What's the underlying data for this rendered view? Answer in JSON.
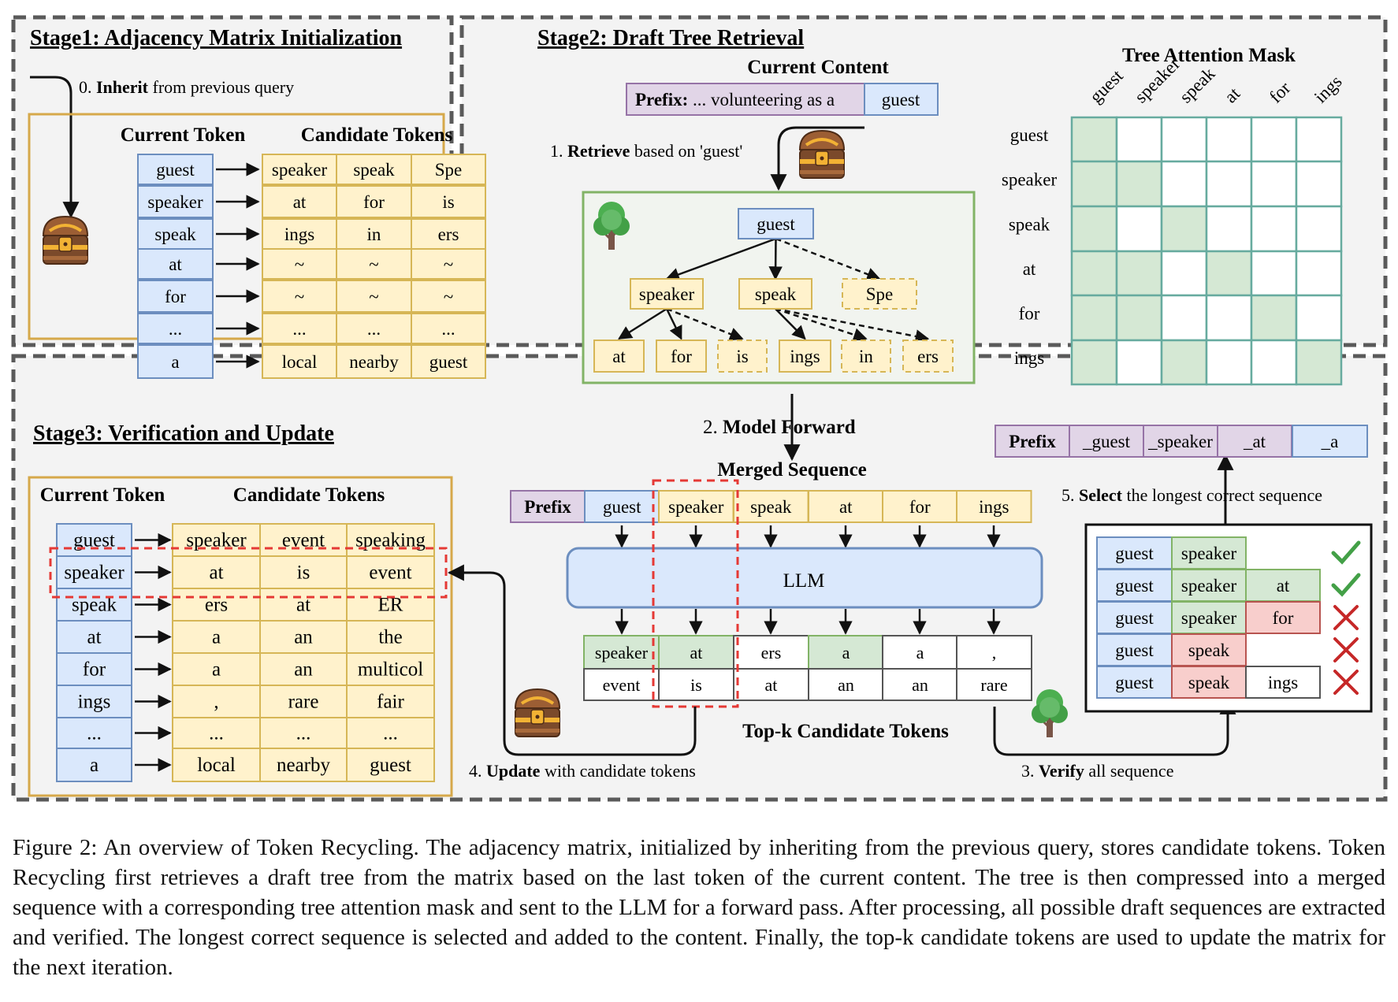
{
  "colors": {
    "panel_bg": "#f3f3f3",
    "dash_border": "#5a5a5a",
    "blue_fill": "#dae8fc",
    "blue_stroke": "#6c8ebf",
    "yellow_fill": "#fff2cc",
    "yellow_stroke": "#d6b656",
    "purple_fill": "#e1d5e7",
    "purple_stroke": "#9673a6",
    "green_fill": "#d5e8d4",
    "green_stroke": "#82b366",
    "red_fill": "#f8cecc",
    "red_stroke": "#b85450",
    "grid_stroke": "#67ab9f",
    "grid_fill": "#d5e8d4",
    "gold_border": "#d6a84a",
    "red_dash": "#e53935",
    "check": "#43a047",
    "cross": "#c62828",
    "tree_leaf": "#4caf50",
    "tree_trunk": "#795548"
  },
  "stage1": {
    "title": "Stage1: Adjacency Matrix Initialization",
    "step0_num": "0.",
    "step0_bold": "Inherit",
    "step0_rest": "from previous query",
    "current_token_header": "Current Token",
    "candidate_tokens_header": "Candidate Tokens",
    "current_tokens": [
      "guest",
      "speaker",
      "speak",
      "at",
      "for",
      "...",
      "a"
    ],
    "candidates": [
      [
        "speaker",
        "speak",
        "Spe"
      ],
      [
        "at",
        "for",
        "is"
      ],
      [
        "ings",
        "in",
        "ers"
      ],
      [
        "~",
        "~",
        "~"
      ],
      [
        "~",
        "~",
        "~"
      ],
      [
        "...",
        "...",
        "..."
      ],
      [
        "local",
        "nearby",
        "guest"
      ]
    ],
    "icon": "treasure-chest-icon"
  },
  "stage2": {
    "title": "Stage2: Draft Tree Retrieval",
    "current_content_label": "Current Content",
    "prefix_label": "Prefix:",
    "prefix_text": " ... volunteering as a",
    "last_token": "guest",
    "step1_num": "1.",
    "step1_bold": "Retrieve",
    "step1_rest": "based on 'guest'",
    "tree": {
      "root": "guest",
      "level1": [
        "speaker",
        "speak",
        "Spe"
      ],
      "level2": [
        "at",
        "for",
        "is",
        "ings",
        "in",
        "ers"
      ]
    },
    "mask_title": "Tree Attention Mask",
    "mask_tokens": [
      "guest",
      "speaker",
      "speak",
      "at",
      "for",
      "ings"
    ],
    "mask": [
      [
        1,
        0,
        0,
        0,
        0,
        0
      ],
      [
        1,
        1,
        0,
        0,
        0,
        0
      ],
      [
        1,
        0,
        1,
        0,
        0,
        0
      ],
      [
        1,
        1,
        0,
        1,
        0,
        0
      ],
      [
        1,
        1,
        0,
        0,
        1,
        0
      ],
      [
        1,
        0,
        1,
        0,
        0,
        1
      ]
    ],
    "icons": [
      "treasure-chest-icon",
      "tree-icon"
    ]
  },
  "stage3": {
    "title": "Stage3: Verification and Update",
    "current_token_header": "Current Token",
    "candidate_tokens_header": "Candidate Tokens",
    "current_tokens": [
      "guest",
      "speaker",
      "speak",
      "at",
      "for",
      "ings",
      "...",
      "a"
    ],
    "candidates": [
      [
        "speaker",
        "event",
        "speaking"
      ],
      [
        "at",
        "is",
        "event"
      ],
      [
        "ers",
        "at",
        "ER"
      ],
      [
        "a",
        "an",
        "the"
      ],
      [
        "a",
        "an",
        "multicol"
      ],
      [
        ",",
        "rare",
        "fair"
      ],
      [
        "...",
        "...",
        "..."
      ],
      [
        "local",
        "nearby",
        "guest"
      ]
    ],
    "step2_num": "2.",
    "step2_bold": "Model Forward",
    "merged_title": "Merged Sequence",
    "merged_prefix": "Prefix",
    "merged_tokens": [
      "guest",
      "speaker",
      "speak",
      "at",
      "for",
      "ings"
    ],
    "llm_label": "LLM",
    "topk_row1": [
      "speaker",
      "at",
      "ers",
      "a",
      "a",
      ","
    ],
    "topk_row2": [
      "event",
      "is",
      "at",
      "an",
      "an",
      "rare"
    ],
    "topk_green": [
      true,
      true,
      false,
      true,
      false,
      false
    ],
    "topk_title": "Top-k Candidate Tokens",
    "step3_num": "3.",
    "step3_bold": "Verify",
    "step3_rest": "all sequence",
    "step4_num": "4.",
    "step4_bold": "Update",
    "step4_rest": "with candidate tokens",
    "step5_num": "5.",
    "step5_bold": "Select",
    "step5_rest": "the longest correct sequence",
    "output_prefix": "Prefix",
    "output_tokens": [
      "_guest",
      "_speaker",
      "_at",
      "_a"
    ],
    "verify_rows": [
      {
        "tokens": [
          "guest",
          "speaker"
        ],
        "styles": [
          "blue",
          "green"
        ],
        "result": "check"
      },
      {
        "tokens": [
          "guest",
          "speaker",
          "at"
        ],
        "styles": [
          "blue",
          "green",
          "green"
        ],
        "result": "check"
      },
      {
        "tokens": [
          "guest",
          "speaker",
          "for"
        ],
        "styles": [
          "blue",
          "green",
          "red"
        ],
        "result": "cross"
      },
      {
        "tokens": [
          "guest",
          "speak"
        ],
        "styles": [
          "blue",
          "red"
        ],
        "result": "cross"
      },
      {
        "tokens": [
          "guest",
          "speak",
          "ings"
        ],
        "styles": [
          "blue",
          "red",
          "white"
        ],
        "result": "cross"
      }
    ],
    "icons": [
      "treasure-chest-icon",
      "tree-icon",
      "check-icon",
      "cross-icon"
    ]
  },
  "caption": "Figure 2: An overview of Token Recycling. The adjacency matrix, initialized by inheriting from the previous query, stores candidate tokens. Token Recycling first retrieves a draft tree from the matrix based on the last token of the current content. The tree is then compressed into a merged sequence with a corresponding tree attention mask and sent to the LLM for a forward pass. After processing, all possible draft sequences are extracted and verified. The longest correct sequence is selected and added to the content. Finally, the top-k candidate tokens are used to update the matrix for the next iteration."
}
